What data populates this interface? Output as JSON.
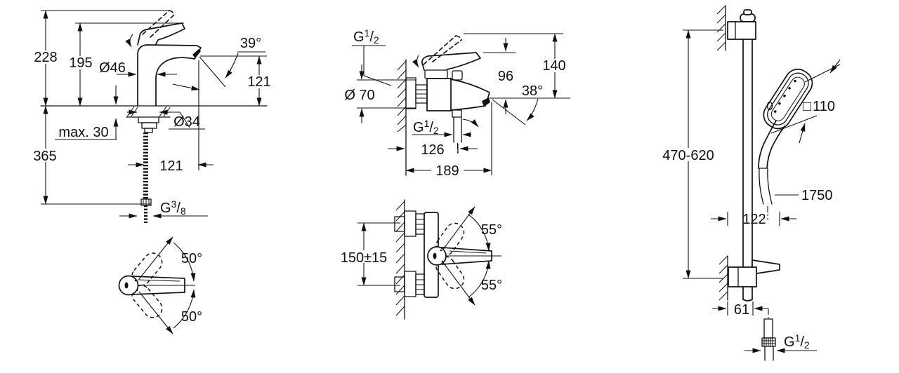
{
  "colors": {
    "line": "#111111",
    "background": "#ffffff"
  },
  "drawings": {
    "basin_mixer_side": {
      "labels": {
        "total_height": "228",
        "body_height": "195",
        "body_diameter": "Ø46",
        "spout_angle": "39°",
        "spout_height": "121",
        "max_deck_thickness": "max. 30",
        "hole_diameter": "Ø34",
        "supply_height": "365",
        "spout_reach": "121",
        "supply_thread": {
          "g": "G",
          "numerator": "3",
          "slash": "/",
          "denominator": "8"
        }
      }
    },
    "basin_mixer_top": {
      "labels": {
        "handle_swing_upper": "50°",
        "handle_swing_lower": "50°"
      }
    },
    "bath_mixer_side": {
      "labels": {
        "inlet_thread": {
          "g": "G",
          "numerator": "1",
          "slash": "/",
          "denominator": "2"
        },
        "escutcheon_diameter": "Ø 70",
        "handle_height": "96",
        "open_handle_height": "140",
        "spout_angle": "38°",
        "outlet_thread": {
          "g": "G",
          "numerator": "1",
          "slash": "/",
          "denominator": "2"
        },
        "outlet_offset": "126",
        "spout_reach": "189"
      }
    },
    "bath_mixer_top": {
      "labels": {
        "connection_distance": "150±15",
        "handle_swing_upper": "55°",
        "handle_swing_lower": "55°"
      }
    },
    "shower_rail_set": {
      "labels": {
        "head_symbol": "□",
        "head_size": "110",
        "rail_height_range": "470-620",
        "hose_length": "1750",
        "holder_projection": "122",
        "bracket_projection": "61",
        "hose_thread": {
          "g": "G",
          "numerator": "1",
          "slash": "/",
          "denominator": "2"
        }
      }
    }
  }
}
